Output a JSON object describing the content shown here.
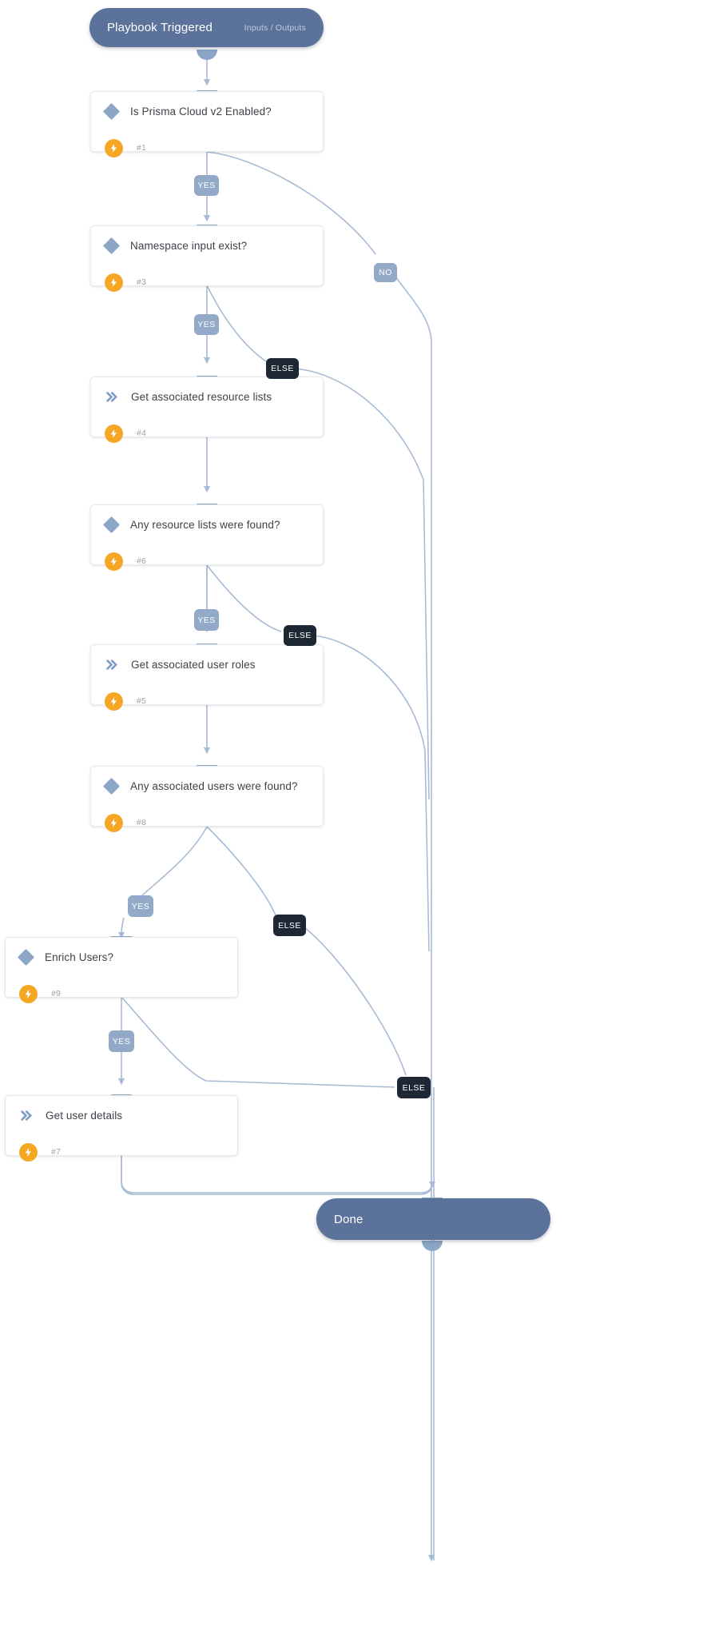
{
  "diagram": {
    "type": "playbook-flowchart",
    "start": {
      "title": "Playbook Triggered",
      "subtitle": "Inputs / Outputs"
    },
    "end": {
      "title": "Done"
    },
    "colors": {
      "terminator": "#5b729b",
      "card_bg": "#ffffff",
      "card_border": "#e6e8ea",
      "connector": "#a8bbd4",
      "port": "#8ba6c6",
      "badge_yes": "#92a9c7",
      "badge_else": "#1e2734",
      "bolt": "#f5a623",
      "title_text": "#3d4248",
      "tasknum_text": "#9aa1a8"
    },
    "tasks": [
      {
        "title": "Is Prisma Cloud v2 Enabled?",
        "number": "#1",
        "icon": "diamond-icon",
        "kind": "condition"
      },
      {
        "title": "Namespace input exist?",
        "number": "#3",
        "icon": "diamond-icon",
        "kind": "condition"
      },
      {
        "title": "Get associated resource lists",
        "number": "#4",
        "icon": "chevron-icon",
        "kind": "action"
      },
      {
        "title": "Any resource lists were found?",
        "number": "#6",
        "icon": "diamond-icon",
        "kind": "condition"
      },
      {
        "title": "Get associated user roles",
        "number": "#5",
        "icon": "chevron-icon",
        "kind": "action"
      },
      {
        "title": "Any associated users were found?",
        "number": "#8",
        "icon": "diamond-icon",
        "kind": "condition"
      },
      {
        "title": "Enrich Users?",
        "number": "#9",
        "icon": "diamond-icon",
        "kind": "condition"
      },
      {
        "title": "Get user details",
        "number": "#7",
        "icon": "chevron-icon",
        "kind": "action"
      }
    ],
    "branches": [
      {
        "label": "YES",
        "from": "#1"
      },
      {
        "label": "NO",
        "from": "#1"
      },
      {
        "label": "YES",
        "from": "#3"
      },
      {
        "label": "ELSE",
        "from": "#3"
      },
      {
        "label": "YES",
        "from": "#6"
      },
      {
        "label": "ELSE",
        "from": "#6"
      },
      {
        "label": "YES",
        "from": "#8"
      },
      {
        "label": "ELSE",
        "from": "#8"
      },
      {
        "label": "YES",
        "from": "#9"
      },
      {
        "label": "ELSE",
        "from": "#9"
      }
    ]
  }
}
